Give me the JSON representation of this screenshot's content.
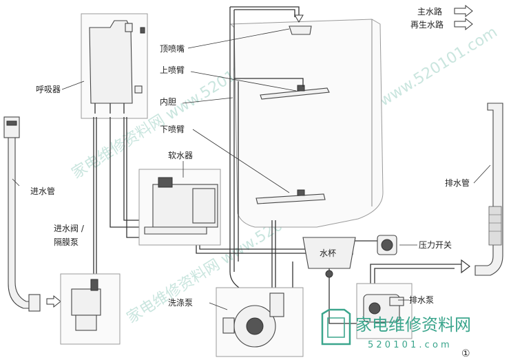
{
  "legend": {
    "main_route": "主水路",
    "regen_route": "再生水路"
  },
  "labels": {
    "top_nozzle": "顶喷嘴",
    "upper_arm": "上喷臂",
    "inner_tub": "内胆",
    "lower_arm": "下喷臂",
    "softener": "软水器",
    "breather": "呼吸器",
    "inlet_hose": "进水管",
    "inlet_valve": "进水阀 /",
    "diaphragm_pump": "隔膜泵",
    "water_cup": "水杯",
    "pressure_switch": "压力开关",
    "wash_pump": "洗涤泵",
    "drain_pump": "排水泵",
    "drain_hose": "排水管"
  },
  "watermark": {
    "brand": "家电维修资料网",
    "url": "5 2 0 1 0 1 . c o m",
    "bg_text": "家电维修资料网 www.520101.com"
  },
  "figure_marker": "①",
  "colors": {
    "line": "#333333",
    "watermark": "#3aa58c",
    "watermark_light": "#9dd0c4"
  }
}
